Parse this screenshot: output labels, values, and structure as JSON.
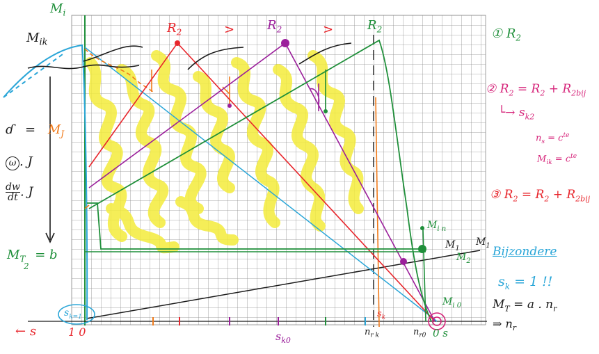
{
  "labels": {
    "y_axis": "M",
    "y_axis_sub": "i",
    "mik": "M",
    "mik_sub": "ik",
    "r2_a": "R",
    "r2_a_sub": "2",
    "r2_b": "R",
    "r2_b_sub": "2",
    "r2_c": "R",
    "r2_c_sub": "2",
    "arrow1": ">",
    "arrow2": ">",
    "mj": "M",
    "mj_sub": "J",
    "eq_sign": "=",
    "j_term": ". J",
    "dw": "dw",
    "dt": "dt",
    "dwdt_j": ". J",
    "mt_eq_b": "M",
    "mt_eq_b_sub": "T",
    "mt_b_rhs": "= b",
    "mt_b_sub2": "2",
    "mi_n": "M",
    "mi_n_sub": "i n",
    "m1": "M",
    "m1_sub": "1",
    "m2": "M",
    "m2_sub": "2",
    "mi0": "M",
    "mi0_sub": "i 0",
    "mt_right": "M",
    "mt_right_sub": "1",
    "s_left": "s",
    "one_zero": "1  0",
    "sk0": "s",
    "sk0_sub": "k0",
    "sk1": "s",
    "sk1_sub": "k=1",
    "sk_red": "s",
    "sk_red_sub": "k",
    "nr_k": "n",
    "nr_k_sub": "r k",
    "nr0": "n",
    "nr0_sub": "r0",
    "zero_s": "0  s"
  },
  "notes": {
    "n1": "① R",
    "n1_sub": "2",
    "n2": "② R",
    "n2_sub": "2",
    "n2_rhs": " = R",
    "n2_rhs_sub": "2",
    "n2_plus": " + R",
    "n2_plus_sub": "2bij",
    "n2_arrow": "└→ s",
    "n2_arrow_sub": "k2",
    "n2_ms": "n",
    "n2_ms_sub": "s",
    "n2_ms_rhs": " = c",
    "n2_ms_sup": "te",
    "n2_mik": "M",
    "n2_mik_sub": "ik",
    "n2_mik_rhs": " = c",
    "n2_mik_sup": "te",
    "n3": "③ R",
    "n3_sub": "2",
    "n3_rhs": " = R",
    "n3_rhs_sub": "2",
    "n3_plus": " + R",
    "n3_plus_sub": "2bij",
    "bijzonder": "Bijzondere",
    "sk_eq": "s",
    "sk_eq_sub": "k",
    "sk_eq_rhs": " = 1 !!",
    "mt_eq": "M",
    "mt_eq_sub": "T",
    "mt_eq_rhs": " = a . n",
    "mt_eq_rhs_sub": "r",
    "nr_dir": "⇒ n",
    "nr_dir_sub": "r"
  },
  "colors": {
    "grid": "#8a8a8a",
    "black": "#1a1a1a",
    "cyan": "#2aa6d8",
    "orange": "#f07a1a",
    "red": "#e8262c",
    "purple": "#9b1f9b",
    "green": "#1f8f3a",
    "yellow": "#f4ec3c",
    "pink": "#d6247a"
  }
}
